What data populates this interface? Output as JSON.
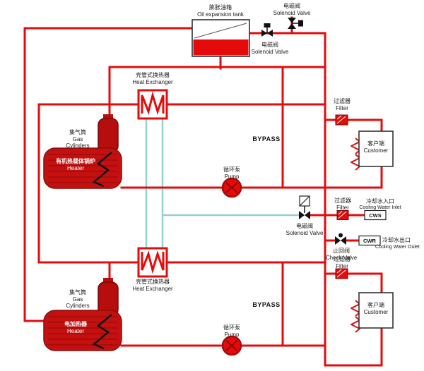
{
  "colors": {
    "pipe_red": "#e50b0b",
    "coolant_cyan": "#93d2cd",
    "equipment_dark_red": "#b50e0d",
    "symbol_black": "#111111"
  },
  "tank": {
    "zh": "膨胀油箱",
    "en": "Oil expansion tank"
  },
  "valves": {
    "solenoid_top": {
      "zh": "电磁阀",
      "en": "Solenoid Valve"
    },
    "solenoid_tank_line": {
      "zh": "电磁阀",
      "en": "Solenoid Valve"
    },
    "solenoid_cooling": {
      "zh": "电磁阀",
      "en": "Solenoid Valve"
    },
    "check_valve": {
      "zh": "止回阀",
      "en": "Check Valve"
    }
  },
  "heat_exchangers": {
    "upper": {
      "zh": "壳管式换热器",
      "en": "Heat Exchanger"
    },
    "lower": {
      "zh": "壳管式换热器",
      "en": "Heat Exchanger"
    }
  },
  "gas_cylinders": {
    "upper": {
      "zh": "集气筒",
      "en_line1": "Gas",
      "en_line2": "Cylinders"
    },
    "lower": {
      "zh": "集气筒",
      "en_line1": "Gas",
      "en_line2": "Cylinders"
    }
  },
  "heaters": {
    "upper": {
      "zh": "有机热载体锅炉",
      "en": "Heater"
    },
    "lower": {
      "zh": "电加热器",
      "en": "Heater"
    }
  },
  "pumps": {
    "upper": {
      "zh": "循环泵",
      "en": "Pump"
    },
    "lower": {
      "zh": "循环泵",
      "en": "Pump"
    }
  },
  "filters": {
    "upper": {
      "zh": "过滤器",
      "en": "Filter"
    },
    "cooling": {
      "zh": "过滤器",
      "en": "Filter"
    },
    "lower": {
      "zh": "过滤器",
      "en": "Filter"
    }
  },
  "customers": {
    "upper": {
      "zh": "客户端",
      "en": "Customer"
    },
    "lower": {
      "zh": "客户端",
      "en": "Customer"
    }
  },
  "bypass": {
    "upper": "BYPASS",
    "lower": "BYPASS"
  },
  "cooling_water": {
    "inlet": {
      "zh": "冷却水入口",
      "en": "Cooling Water Inlet",
      "tag": "CWS"
    },
    "outlet": {
      "zh": "冷却水出口",
      "en": "Cooling Water Oulet",
      "tag": "CWR"
    }
  }
}
